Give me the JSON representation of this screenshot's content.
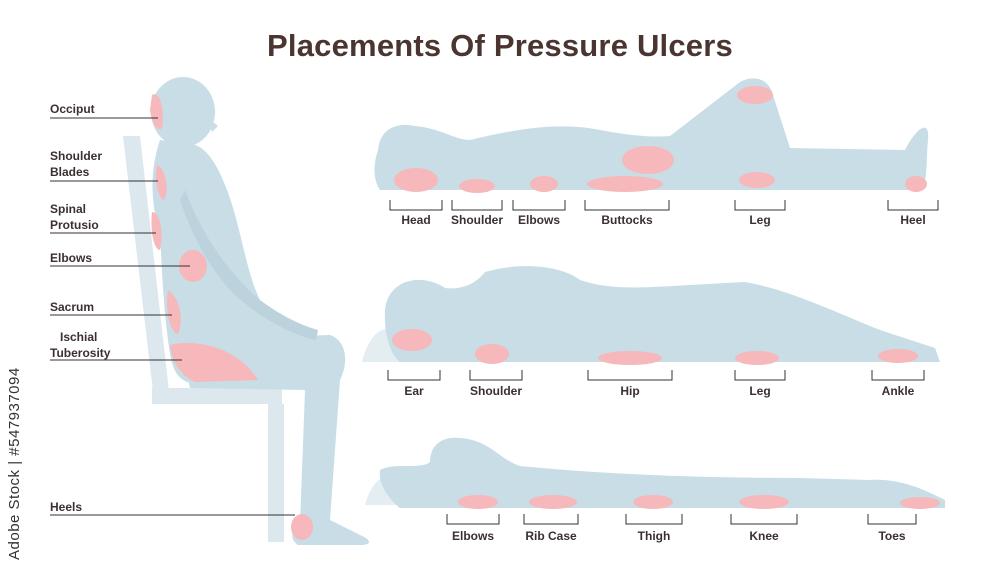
{
  "title": "Placements Of Pressure Ulcers",
  "colors": {
    "body": "#c8dde6",
    "ulcer": "#f6b8bb",
    "chair": "#dce8ee",
    "text": "#3b2f2f",
    "title": "#4a3530"
  },
  "seated_labels": {
    "occiput": "Occiput",
    "shoulder_blades": "Shoulder Blades",
    "spinal_protusio": "Spinal Protusio",
    "elbows": "Elbows",
    "sacrum": "Sacrum",
    "ischial_tuberosity": "Ischial Tuberosity",
    "heels": "Heels"
  },
  "supine_labels": {
    "head": "Head",
    "shoulder": "Shoulder",
    "elbows": "Elbows",
    "buttocks": "Buttocks",
    "leg": "Leg",
    "heel": "Heel"
  },
  "lateral_labels": {
    "ear": "Ear",
    "shoulder": "Shoulder",
    "hip": "Hip",
    "leg": "Leg",
    "ankle": "Ankle"
  },
  "prone_labels": {
    "elbows": "Elbows",
    "rib_case": "Rib Case",
    "thigh": "Thigh",
    "knee": "Knee",
    "toes": "Toes"
  },
  "watermark": "Adobe Stock | #547937094"
}
